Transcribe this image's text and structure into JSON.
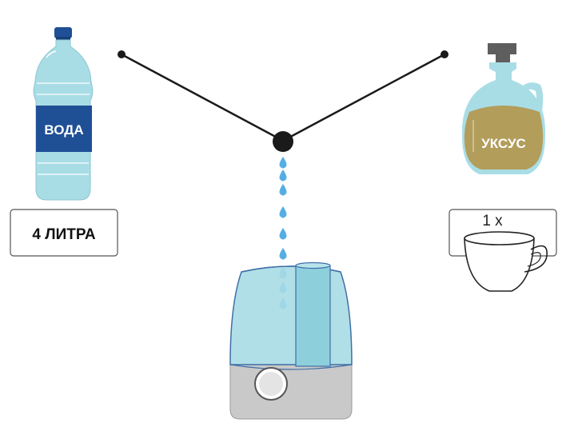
{
  "water": {
    "label": "ВОДА",
    "amount": "4 ЛИТРА",
    "colors": {
      "bottle": "#a9dde6",
      "cap": "#1f4f95",
      "label_bg": "#1f4f95"
    }
  },
  "vinegar": {
    "label": "УКСУС",
    "amount": "1 х",
    "colors": {
      "bottle": "#a9dde6",
      "liquid": "#b29d5b",
      "cork": "#5e5e5e"
    }
  },
  "humidifier": {
    "colors": {
      "tank": "#a8dbe5",
      "base": "#c9c9c9"
    }
  },
  "drops": {
    "count": 9,
    "color": "#55aee3"
  }
}
